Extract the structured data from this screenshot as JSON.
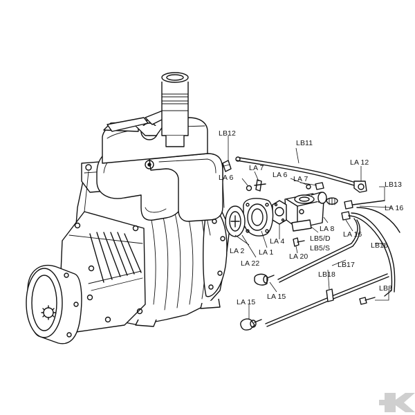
{
  "labels": {
    "lb12": "LB12",
    "lb11": "LB11",
    "la12": "LA 12",
    "lb13": "LB13",
    "la16_a": "LA 16",
    "la7_a": "LA 7",
    "la6_a": "LA 6",
    "la6_b": "LA 6",
    "la7_b": "LA 7",
    "la8": "LA 8",
    "la16_b": "LA 16",
    "lb5d": "LB5/D",
    "lb5s": "LB5/S",
    "lb16": "LB16",
    "la2": "LA 2",
    "la4": "LA 4",
    "la1": "LA 1",
    "la22": "LA 22",
    "la20": "LA 20",
    "lb17": "LB17",
    "lb18": "LB18",
    "la15_a": "LA 15",
    "la15_b": "LA 15",
    "lb8": "LB8"
  },
  "logo": {
    "letter": "K",
    "icon": "brand-k-logo"
  }
}
